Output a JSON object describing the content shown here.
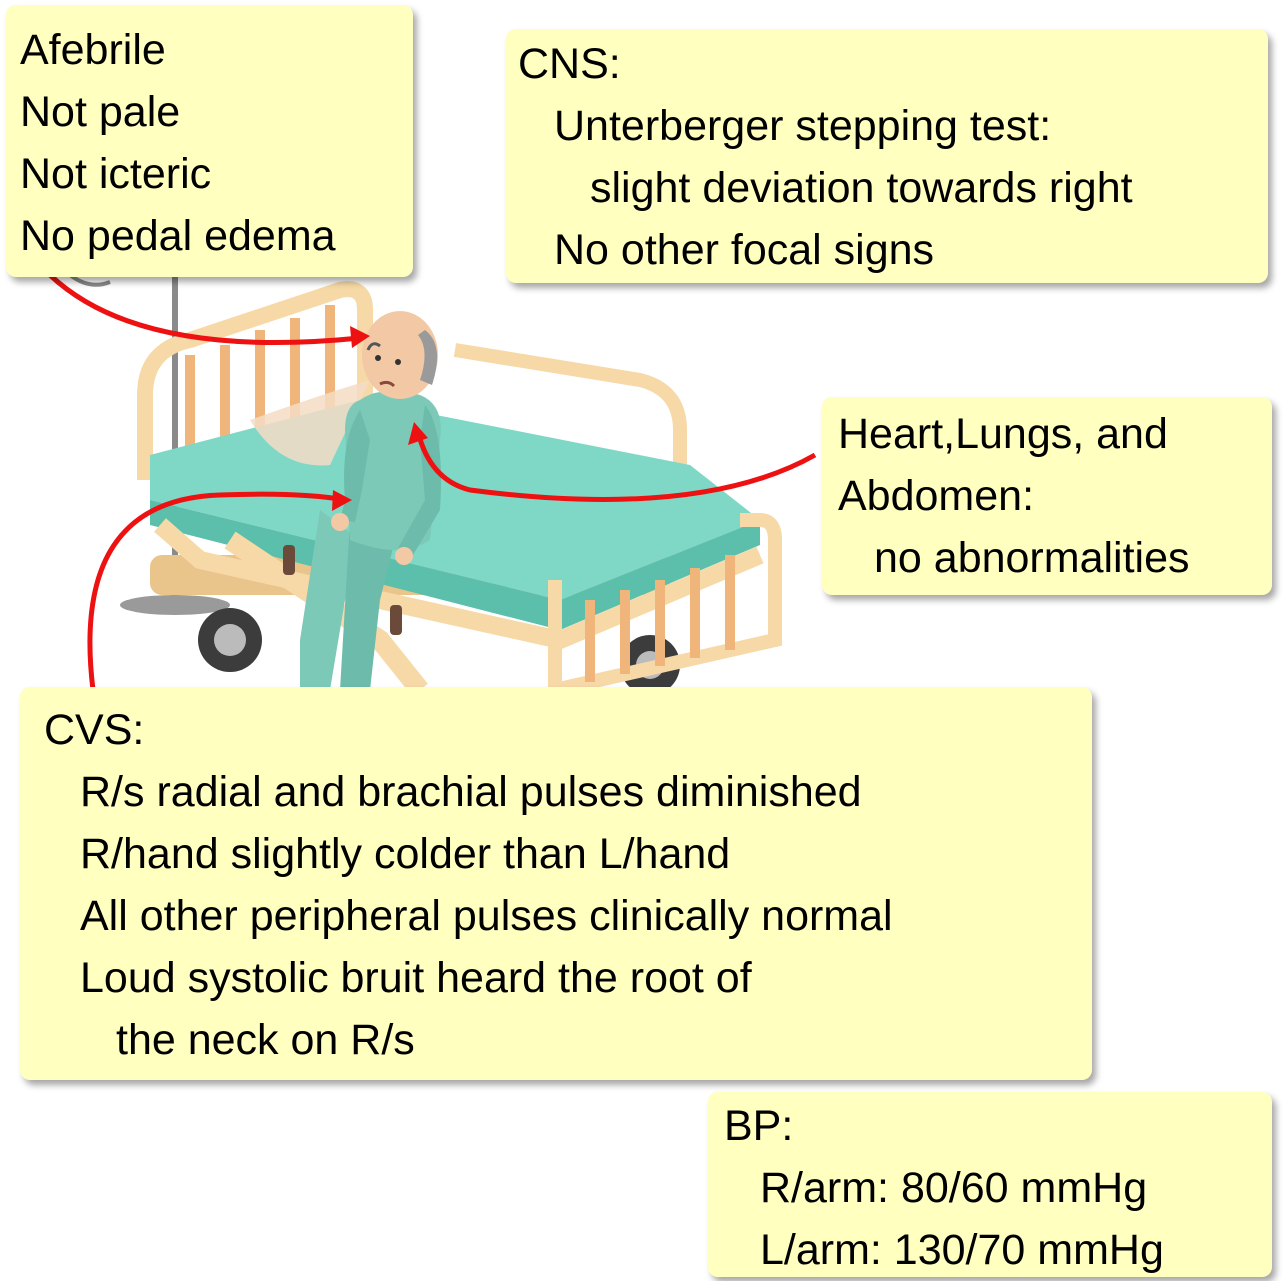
{
  "notes": {
    "vitals": [
      "Afebrile",
      "Not pale",
      "Not icteric",
      "No pedal edema"
    ],
    "cns": {
      "heading": "CNS:",
      "lines": [
        "Unterberger stepping test:",
        "slight deviation towards right",
        "No other focal signs"
      ]
    },
    "heart_lungs_abdomen": {
      "heading_line1": "Heart,Lungs, and",
      "heading_line2": "Abdomen:",
      "finding": "no abnormalities"
    },
    "cvs": {
      "heading": "CVS:",
      "lines": [
        "R/s radial and brachial pulses diminished",
        "R/hand slightly colder than L/hand",
        "All other peripheral pulses clinically normal",
        "Loud systolic bruit heard the root of",
        "the neck on R/s"
      ]
    },
    "bp": {
      "heading": "BP:",
      "lines": [
        "R/arm: 80/60 mmHg",
        "L/arm: 130/70 mmHg"
      ]
    }
  },
  "colors": {
    "note_background": "#ffffc0",
    "arrow": "#ee1111",
    "mattress": "#7fd8c6",
    "bed_frame": "#f6d9a6",
    "gown": "#7cc9b8",
    "skin": "#f2c9a4"
  },
  "illustration": {
    "subject": "elderly patient in gown sitting on hospital bed beside IV stand"
  }
}
